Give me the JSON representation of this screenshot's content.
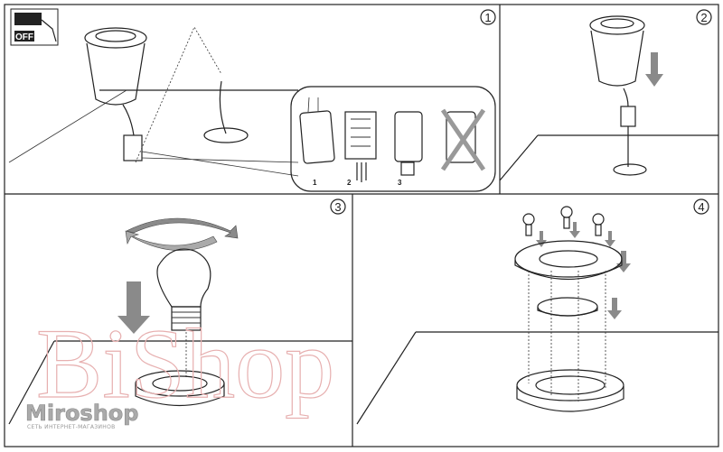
{
  "steps": [
    {
      "number": "1",
      "off_label": "OFF",
      "sublabels": [
        "1",
        "2",
        "3"
      ]
    },
    {
      "number": "2"
    },
    {
      "number": "3"
    },
    {
      "number": "4"
    }
  ],
  "watermark": {
    "text": "BiShop"
  },
  "logo": {
    "name": "Miroshop",
    "tagline": "СЕТЬ ИНТЕРНЕТ-МАГАЗИНОВ"
  },
  "colors": {
    "arrow": "#8a8a8a",
    "watermark": "#e7b0b0",
    "cross": "#999999"
  }
}
